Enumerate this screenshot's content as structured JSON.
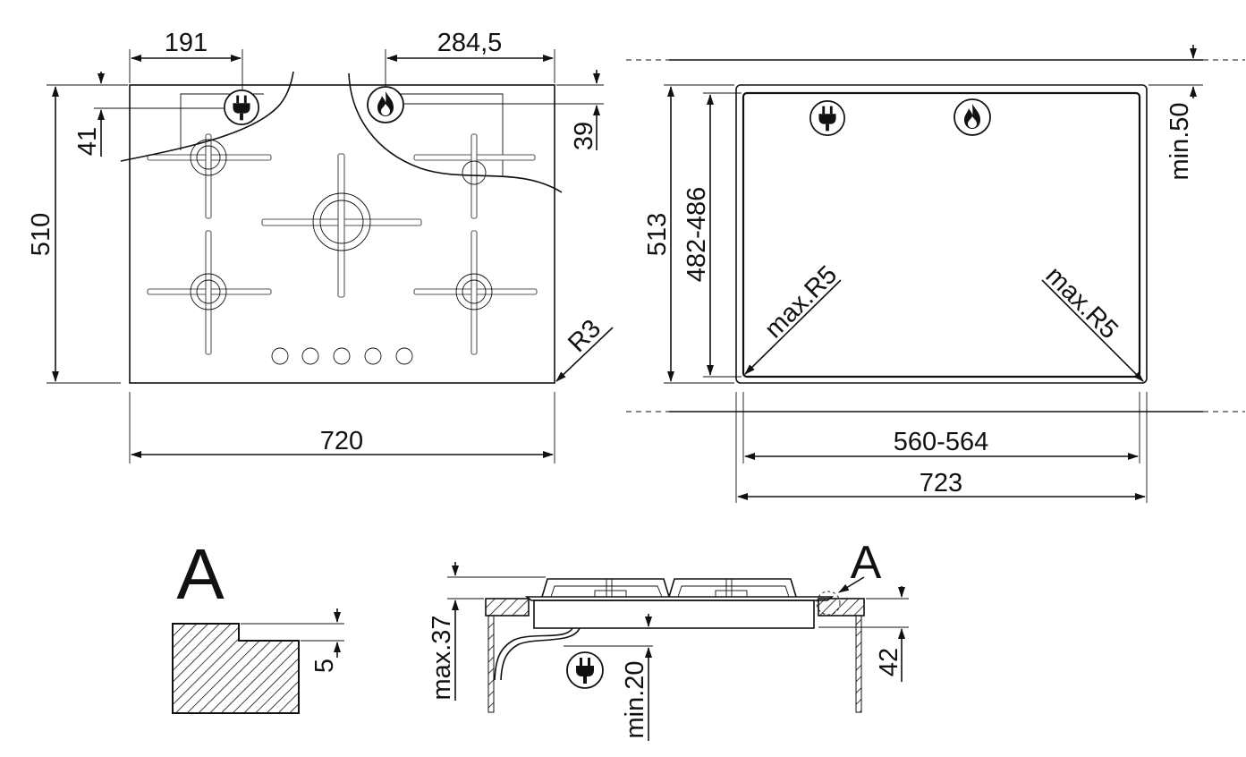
{
  "top_view": {
    "dim_plug_offset": "191",
    "dim_flame_offset": "284,5",
    "dim_plug_top": "41",
    "dim_flame_top": "39",
    "dim_depth": "510",
    "dim_width": "720",
    "dim_radius": "R3"
  },
  "cutout_view": {
    "dim_depth_outer": "513",
    "dim_depth_inner": "482-486",
    "dim_min_top": "min.50",
    "dim_radius_left": "max.R5",
    "dim_radius_right": "max.R5",
    "dim_inner_width": "560-564",
    "dim_outer_width": "723"
  },
  "detail_view": {
    "label": "A",
    "dim_step": "5"
  },
  "side_view": {
    "label": "A",
    "dim_max_height": "max.37",
    "dim_min_below": "min.20",
    "dim_worktop": "42"
  },
  "icons": [
    "plug-icon",
    "flame-icon"
  ],
  "colors": {
    "line": "#111111",
    "background": "#ffffff"
  }
}
